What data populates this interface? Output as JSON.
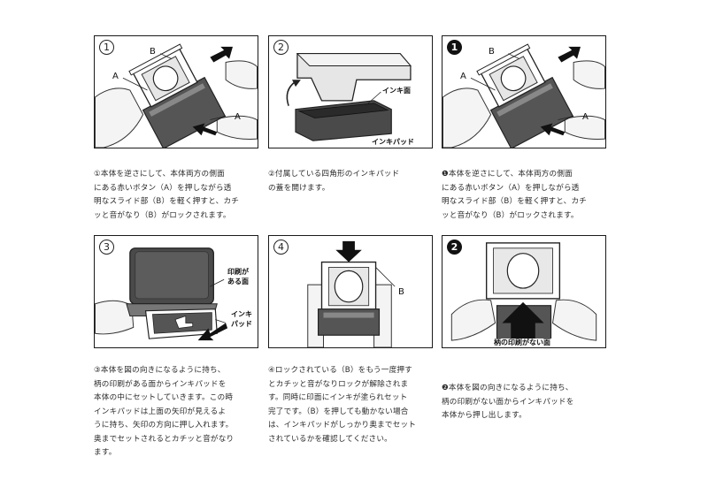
{
  "panels": [
    {
      "number": "1",
      "number_style": "outline",
      "labels": {
        "b": "B",
        "a_top": "A",
        "a_bottom": "A"
      },
      "caption": [
        "①本体を逆さにして、本体両方の側面",
        "にある赤いボタン（A）を押しながら透",
        "明なスライド部（B）を軽く押すと、カチ",
        "ッと音がなり（B）がロックされます。"
      ]
    },
    {
      "number": "2",
      "number_style": "outline",
      "labels": {
        "ink_surface": "インキ面",
        "ink_pad": "インキパッド"
      },
      "caption": [
        "②付属している四角形のインキパッド",
        "の蓋を開けます。"
      ]
    },
    {
      "number": "1",
      "number_style": "filled",
      "labels": {
        "b": "B",
        "a_top": "A",
        "a_bottom": "A"
      },
      "caption": [
        "❶本体を逆さにして、本体両方の側面",
        "にある赤いボタン（A）を押しながら透",
        "明なスライド部（B）を軽く押すと、カチ",
        "ッと音がなり（B）がロックされます。"
      ]
    },
    {
      "number": "3",
      "number_style": "outline",
      "labels": {
        "printed_1": "印刷が",
        "printed_2": "ある面",
        "ink_1": "インキ",
        "ink_2": "パッド"
      },
      "caption": [
        "③本体を図の向きになるように持ち、",
        "柄の印刷がある面からインキパッドを",
        "本体の中にセットしていきます。この時",
        "インキパッドは上面の矢印が見えるよ",
        "うに持ち、矢印の方向に押し入れます。",
        "奥までセットされるとカチッと音がなり",
        "ます。"
      ]
    },
    {
      "number": "4",
      "number_style": "outline",
      "labels": {
        "b": "B"
      },
      "caption": [
        "④ロックされている（B）をもう一度押す",
        "とカチッと音がなりロックが解除されま",
        "す。同時に印面にインキが塗られセット",
        "完了です。（B）を押しても動かない場合",
        "は、インキパッドがしっかり奥までセット",
        "されているかを確認してください。"
      ]
    },
    {
      "number": "2",
      "number_style": "filled",
      "labels": {
        "no_print": "柄の印刷がない面"
      },
      "caption": [
        "❷本体を図の向きになるように持ち、",
        "柄の印刷がない面からインキパッドを",
        "本体から押し出します。"
      ]
    }
  ]
}
